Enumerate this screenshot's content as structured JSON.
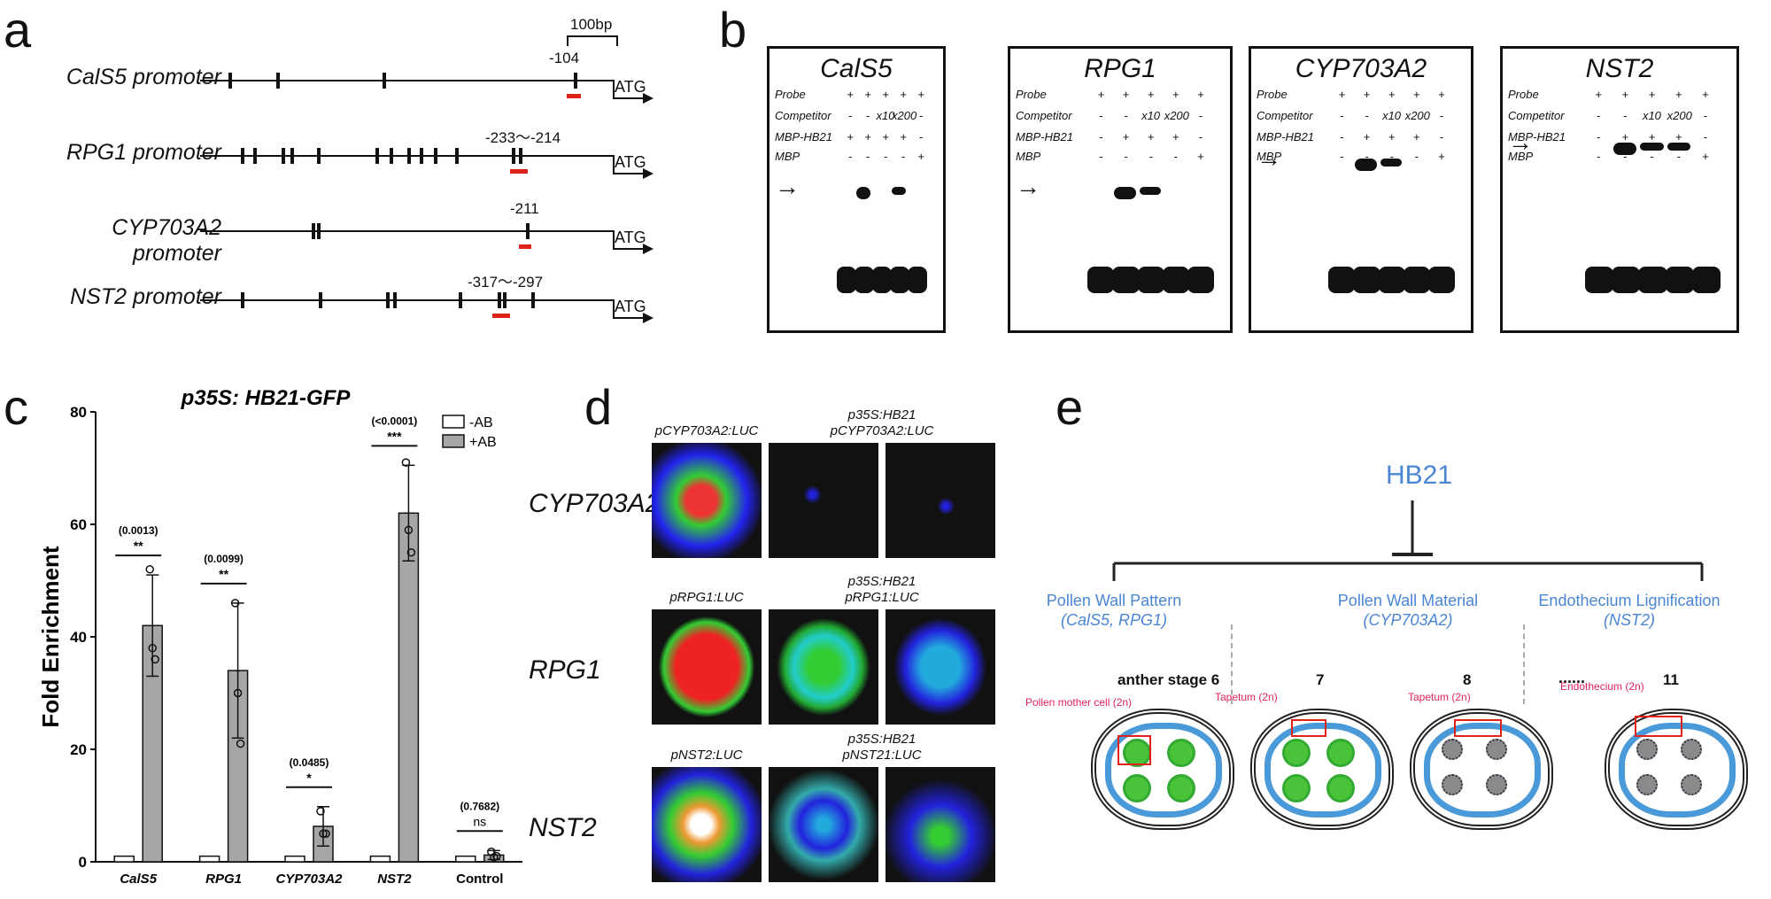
{
  "panels": {
    "a": "a",
    "b": "b",
    "c": "c",
    "d": "d",
    "e": "e"
  },
  "panel_a": {
    "scale": "100bp",
    "promoters": [
      {
        "name": "CalS5 promoter",
        "pos": "-104"
      },
      {
        "name": "RPG1 promoter",
        "pos": "-233～-214"
      },
      {
        "name": "CYP703A2 promoter",
        "pos": "-211"
      },
      {
        "name": "NST2 promoter",
        "pos": "-317～-297"
      }
    ],
    "atg": "ATG"
  },
  "panel_b": {
    "gels": [
      {
        "title": "CalS5",
        "rows": [
          "Probe",
          "Competitor",
          "MBP-HB21",
          "MBP"
        ],
        "cols": [
          [
            "+",
            "-",
            "+",
            "-"
          ],
          [
            "+",
            "-",
            "+",
            "-"
          ],
          [
            "+",
            "x10",
            "+",
            "-"
          ],
          [
            "+",
            "x200",
            "+",
            "-"
          ],
          [
            "+",
            "-",
            "-",
            "+"
          ]
        ]
      },
      {
        "title": "RPG1",
        "rows": [
          "Probe",
          "Competitor",
          "MBP-HB21",
          "MBP"
        ],
        "cols": [
          [
            "+",
            "-",
            "-",
            "-"
          ],
          [
            "+",
            "-",
            "+",
            "-"
          ],
          [
            "+",
            "x10",
            "+",
            "-"
          ],
          [
            "+",
            "x200",
            "+",
            "-"
          ],
          [
            "+",
            "-",
            "-",
            "+"
          ]
        ]
      },
      {
        "title": "CYP703A2",
        "rows": [
          "Probe",
          "Competitor",
          "MBP-HB21",
          "MBP"
        ],
        "cols": [
          [
            "+",
            "-",
            "-",
            "-"
          ],
          [
            "+",
            "-",
            "+",
            "-"
          ],
          [
            "+",
            "x10",
            "+",
            "-"
          ],
          [
            "+",
            "x200",
            "+",
            "-"
          ],
          [
            "+",
            "-",
            "-",
            "+"
          ]
        ]
      },
      {
        "title": "NST2",
        "rows": [
          "Probe",
          "Competitor",
          "MBP-HB21",
          "MBP"
        ],
        "cols": [
          [
            "+",
            "-",
            "-",
            "-"
          ],
          [
            "+",
            "-",
            "+",
            "-"
          ],
          [
            "+",
            "x10",
            "+",
            "-"
          ],
          [
            "+",
            "x200",
            "+",
            "-"
          ],
          [
            "+",
            "-",
            "-",
            "+"
          ]
        ]
      }
    ]
  },
  "chart_data": {
    "type": "bar",
    "title": "p35S: HB21-GFP",
    "ylabel": "Fold Enrichment",
    "xlabel": "",
    "ylim": [
      0,
      80
    ],
    "yticks": [
      "0",
      "20",
      "40",
      "60",
      "80"
    ],
    "categories": [
      "CalS5",
      "RPG1",
      "CYP703A2",
      "NST2",
      "Control"
    ],
    "series": [
      {
        "name": "-AB",
        "values": [
          1,
          1,
          1,
          1,
          1
        ],
        "color": "#ffffff"
      },
      {
        "name": "+AB",
        "values": [
          42,
          34,
          6.3,
          62,
          1.2
        ],
        "color": "#a6a6a6",
        "errors": [
          9,
          12,
          3.5,
          8.5,
          0.8
        ],
        "points": [
          [
            52,
            38,
            36
          ],
          [
            46,
            30,
            21
          ],
          [
            9,
            5,
            5
          ],
          [
            71,
            59,
            55
          ],
          [
            1.8,
            0.8,
            1.0
          ]
        ]
      }
    ],
    "pvalues": [
      "(0.0013)",
      "(0.0099)",
      "(0.0485)",
      "(<0.0001)",
      "(0.7682)"
    ],
    "stars": [
      "**",
      "**",
      "*",
      "***",
      "ns"
    ],
    "legend_placement": "top-right"
  },
  "panel_d": {
    "rows": [
      {
        "label": "CYP703A2",
        "cap1": "pCYP703A2:LUC",
        "cap2": [
          "p35S:HB21",
          "pCYP703A2:LUC"
        ]
      },
      {
        "label": "RPG1",
        "cap1": "pRPG1:LUC",
        "cap2": [
          "p35S:HB21",
          "pRPG1:LUC"
        ]
      },
      {
        "label": "NST2",
        "cap1": "pNST2:LUC",
        "cap2": [
          "p35S:HB21",
          "pNST21:LUC"
        ]
      }
    ]
  },
  "panel_e": {
    "regulator": "HB21",
    "categories": [
      {
        "title": "Pollen Wall Pattern",
        "genes": "(CalS5, RPG1)"
      },
      {
        "title": "Pollen Wall Material",
        "genes": "(CYP703A2)"
      },
      {
        "title": "Endothecium Lignification",
        "genes": "(NST2)"
      }
    ],
    "stages": [
      {
        "stage": "anther stage 6",
        "cell": "Pollen mother cell (2n)"
      },
      {
        "stage": "7",
        "cell": "Tapetum (2n)"
      },
      {
        "stage": "8",
        "cell": "Tapetum (2n)"
      },
      {
        "stage": "11",
        "cell": "Endothecium (2n)"
      }
    ],
    "ellipsis": "......"
  }
}
